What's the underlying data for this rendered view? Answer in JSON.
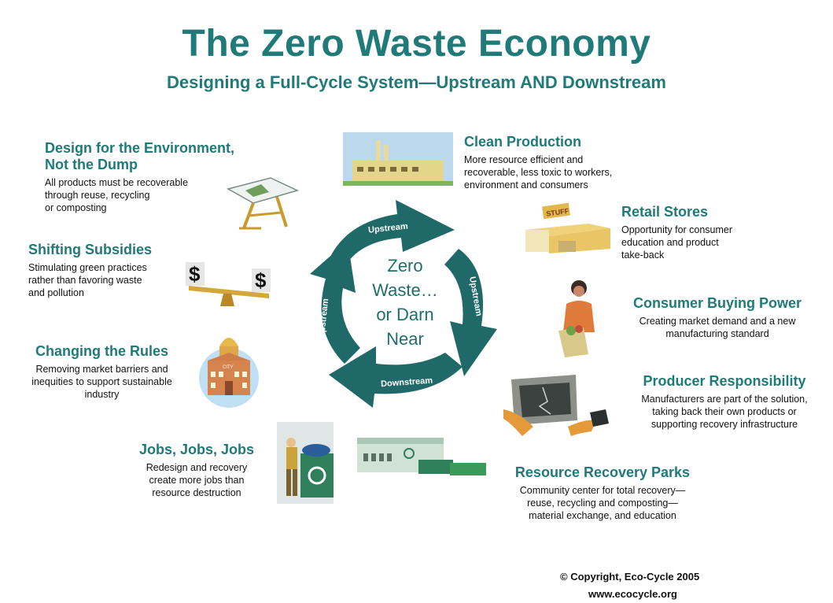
{
  "title": "The Zero Waste Economy",
  "subtitle": "Designing a Full-Cycle System—Upstream AND Downstream",
  "hub": {
    "lines": [
      "Zero",
      "Waste…",
      "or Darn",
      "Near"
    ]
  },
  "arrows": {
    "top": "Upstream",
    "right": "Upstream",
    "left": "Upstream",
    "bottom": "Downstream"
  },
  "items": {
    "design": {
      "title_1": "Design for the Environment,",
      "title_2": "Not the Dump",
      "lines": [
        "All products must be recoverable",
        "through reuse, recycling",
        "or composting"
      ]
    },
    "subsidies": {
      "title": "Shifting Subsidies",
      "lines": [
        "Stimulating green practices",
        "rather than favoring waste",
        "and pollution"
      ]
    },
    "rules": {
      "title": "Changing the Rules",
      "lines": [
        "Removing market barriers and",
        "inequities to support sustainable",
        "industry"
      ]
    },
    "jobs": {
      "title": "Jobs, Jobs, Jobs",
      "lines": [
        "Redesign and recovery",
        "create more jobs than",
        "resource destruction"
      ]
    },
    "clean": {
      "title": "Clean Production",
      "lines": [
        "More resource efficient and",
        "recoverable, less toxic to workers,",
        "environment and consumers"
      ]
    },
    "retail": {
      "title": "Retail Stores",
      "lines": [
        "Opportunity for consumer",
        "education and product",
        "take-back"
      ]
    },
    "consumer": {
      "title": "Consumer Buying Power",
      "lines": [
        "Creating market demand and a new",
        "manufacturing standard"
      ]
    },
    "producer": {
      "title": "Producer Responsibility",
      "lines": [
        "Manufacturers are part of the solution,",
        "taking back their own products or",
        "supporting recovery infrastructure"
      ]
    },
    "parks": {
      "title": "Resource Recovery Parks",
      "lines": [
        "Community center for total recovery—",
        "reuse, recycling and composting—",
        "material exchange, and education"
      ]
    }
  },
  "labels": {
    "store_sign": "STUFF",
    "city_hall": "CITY"
  },
  "footer": {
    "copyright": "© Copyright, Eco-Cycle 2005",
    "url": "www.ecocycle.org"
  },
  "colors": {
    "teal": "#1f7a78",
    "arrow": "#1f6a68"
  }
}
